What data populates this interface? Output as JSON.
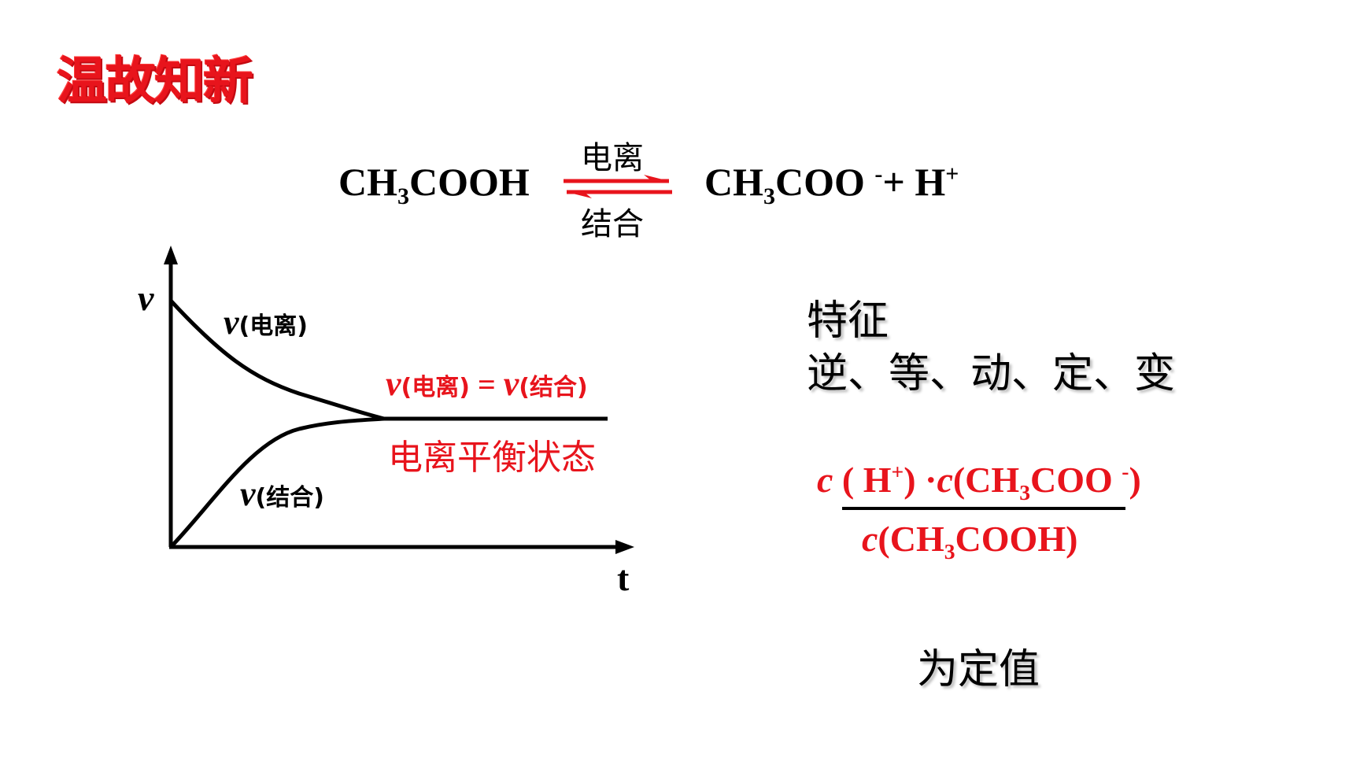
{
  "title": "温故知新",
  "equation": {
    "left": "CH3COOH",
    "left_parts": {
      "a": "CH",
      "sub": "3",
      "b": "COOH"
    },
    "right_parts": {
      "a": "CH",
      "sub": "3",
      "b": "COO ",
      "sup1": "-",
      "plus": "+ H",
      "sup2": "+"
    },
    "forward_label": "电离",
    "reverse_label": "结合"
  },
  "graph": {
    "y_axis_label": "v",
    "x_axis_label": "t",
    "ionization_curve": {
      "v": "v",
      "sub": "(电离)"
    },
    "binding_curve": {
      "v": "v",
      "sub": "(结合)"
    },
    "equality": {
      "v1": "v",
      "sub1": "(电离)",
      "eq": " = ",
      "v2": "v",
      "sub2": "(结合)"
    },
    "equilibrium_label": "电离平衡状态"
  },
  "features": {
    "heading": "特征",
    "items": "逆、等、动、定、变"
  },
  "expression": {
    "numerator": {
      "c1": "c",
      "p1": " ( H",
      "sup1": "+",
      "p2": ") ·",
      "c2": "c",
      "p3": "(CH",
      "sub": "3",
      "p4": "COO ",
      "sup2": "-",
      "p5": ")"
    },
    "denominator": {
      "c": "c",
      "p1": "(CH",
      "sub": "3",
      "p2": "COOH)"
    }
  },
  "conclusion": "为定值",
  "colors": {
    "accent": "#e8141c",
    "text": "#000000"
  }
}
